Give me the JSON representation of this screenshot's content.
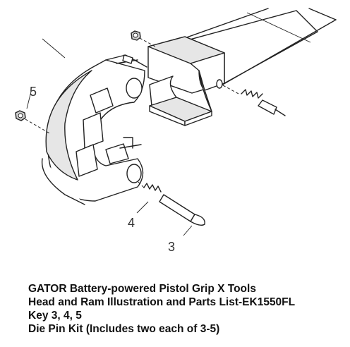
{
  "callouts": {
    "key5": "5",
    "key4": "4",
    "key3": "3"
  },
  "caption": {
    "line1": "GATOR Battery-powered Pistol Grip X Tools",
    "line2": "Head and Ram Illustration and Parts List-EK1550FL",
    "line3": "Key 3, 4, 5",
    "line4": "Die Pin Kit (Includes two each of 3-5)"
  }
}
